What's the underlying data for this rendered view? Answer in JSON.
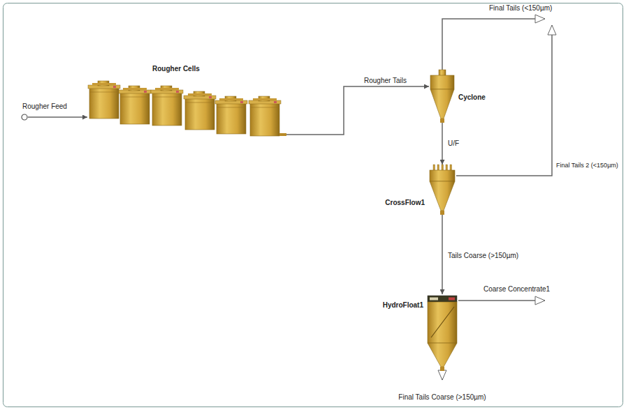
{
  "diagram": {
    "nodes": [
      {
        "text": [
          "Rougher Feed"
        ]
      },
      {
        "text": [
          "Rougher Cells"
        ]
      },
      {
        "text": [
          "Cyclone"
        ]
      },
      {
        "text": [
          "CrossFlow1"
        ]
      },
      {
        "text": [
          "HydroFloat1"
        ]
      },
      {
        "text": [
          "Final Tails (<150µm)"
        ]
      },
      {
        "text": [
          "Coarse Concentrate1"
        ]
      },
      {
        "text": [
          "Final Tails Coarse (>150µm)"
        ]
      }
    ],
    "edges": [
      {
        "from": 0,
        "to": 1,
        "arrow": "to"
      },
      {
        "from": 1,
        "to": 2,
        "label": "Rougher Tails",
        "arrow": "to"
      },
      {
        "from": 2,
        "to": 5,
        "arrow": "to"
      },
      {
        "from": 2,
        "to": 3,
        "label": "U/F",
        "arrow": "to"
      },
      {
        "from": 3,
        "to": 5,
        "label": "Final Tails 2 (<150µm)",
        "arrow": "to"
      },
      {
        "from": 3,
        "to": 4,
        "label": "Tails Coarse (>150µm)",
        "arrow": "to"
      },
      {
        "from": 4,
        "to": 6,
        "arrow": "to"
      },
      {
        "from": 4,
        "to": 7,
        "arrow": "to"
      }
    ]
  }
}
